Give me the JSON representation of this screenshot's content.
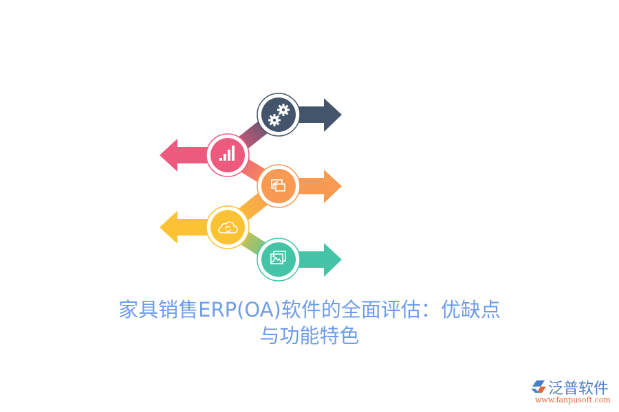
{
  "title": {
    "line1": "家具销售ERP(OA)软件的全面评估：优缺点",
    "line2": "与功能特色",
    "color": "#6f9de8"
  },
  "steps": [
    {
      "index": 1,
      "icon": "gears-icon",
      "direction": "right",
      "color": "#44546a"
    },
    {
      "index": 2,
      "icon": "bar-chart-icon",
      "direction": "left",
      "color": "#ee5a7e"
    },
    {
      "index": 3,
      "icon": "screen-cast-icon",
      "direction": "right",
      "color": "#f79a54"
    },
    {
      "index": 4,
      "icon": "cloud-sync-icon",
      "direction": "left",
      "color": "#fbc233"
    },
    {
      "index": 5,
      "icon": "image-gallery-icon",
      "direction": "right",
      "color": "#45c3a6"
    }
  ],
  "logo": {
    "name": "泛普软件",
    "url": "www.fanpusoft.com"
  }
}
